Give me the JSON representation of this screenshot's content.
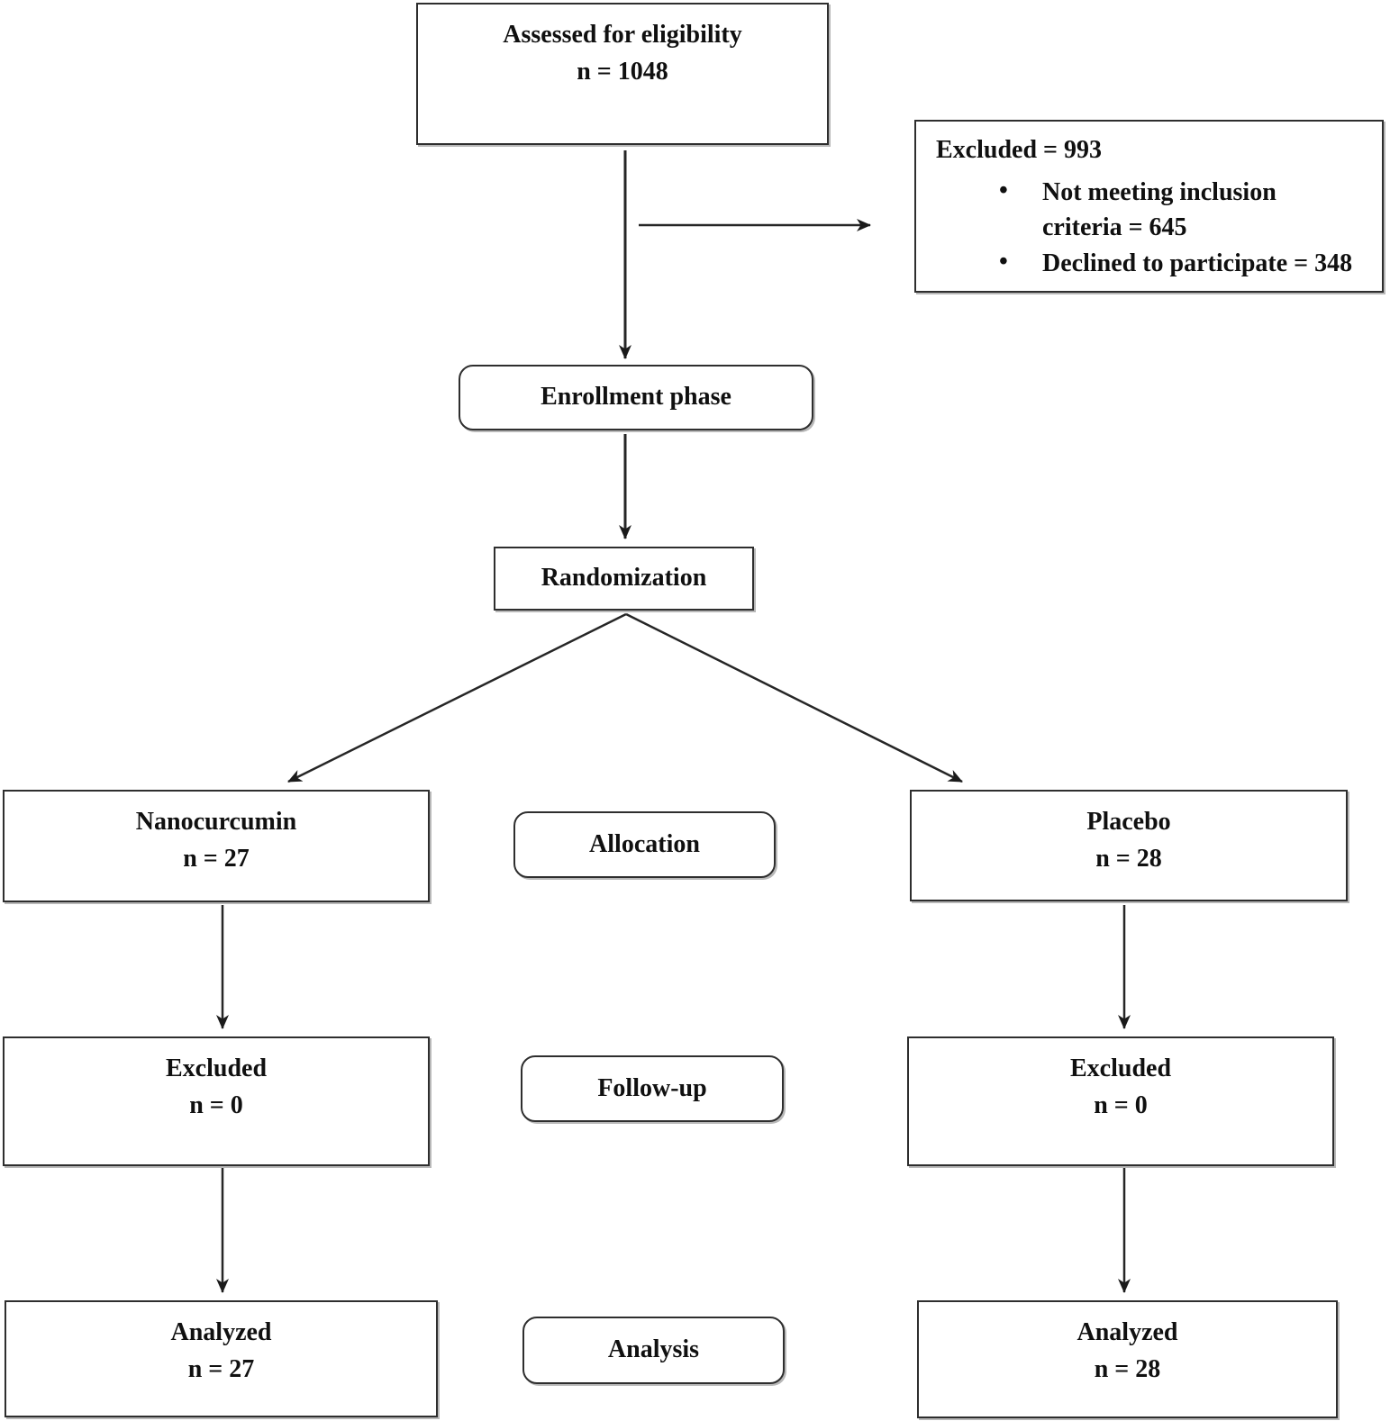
{
  "figure": {
    "background": "#ffffff",
    "border_color": "#2e2e2e",
    "arrow_color": "#262626",
    "text_color": "#101010",
    "bullet_char": "•"
  },
  "boxes": {
    "assessed": {
      "line1": "Assessed for eligibility",
      "line2": "n = 1048"
    },
    "exclusion_detail": {
      "title": "Excluded = 993",
      "bullets": [
        "Not meeting inclusion\ncriteria = 645",
        "Declined to participate = 348"
      ]
    },
    "enrollment": {
      "label": "Enrollment phase"
    },
    "randomization": {
      "label": "Randomization"
    },
    "nanocurcumin": {
      "line1": "Nanocurcumin",
      "line2": "n = 27"
    },
    "allocation": {
      "label": "Allocation"
    },
    "placebo": {
      "line1": "Placebo",
      "line2": "n = 28"
    },
    "excluded_left": {
      "line1": "Excluded",
      "line2": "n = 0"
    },
    "followup": {
      "label": "Follow-up"
    },
    "excluded_right": {
      "line1": "Excluded",
      "line2": "n = 0"
    },
    "analyzed_left": {
      "line1": "Analyzed",
      "line2": "n = 27"
    },
    "analysis": {
      "label": "Analysis"
    },
    "analyzed_right": {
      "line1": "Analyzed",
      "line2": "n = 28"
    }
  }
}
